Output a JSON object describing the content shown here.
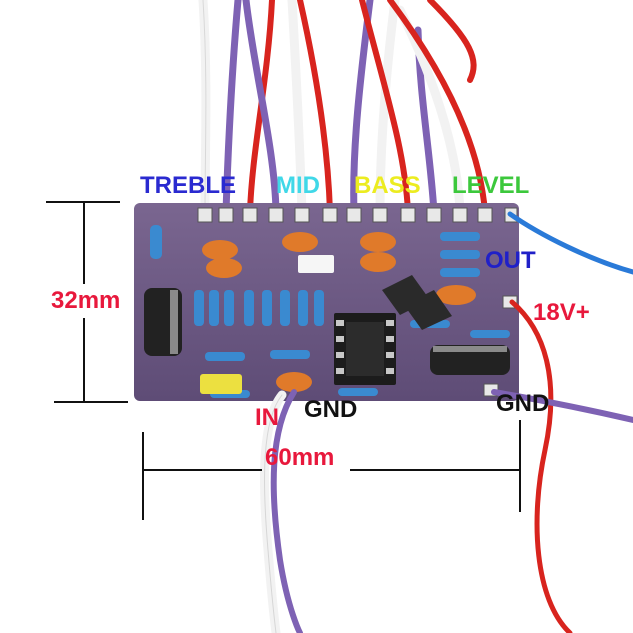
{
  "labels": {
    "treble": "TREBLE",
    "mid": "MID",
    "bass": "BASS",
    "level": "LEVEL",
    "out": "OUT",
    "power": "18V+",
    "height_dim": "32mm",
    "input": "IN",
    "gnd_left": "GND",
    "gnd_right": "GND",
    "width_dim": "60mm"
  },
  "colors": {
    "treble": "#2a2ad0",
    "mid": "#40d8e8",
    "bass": "#ecec20",
    "level": "#3cc83c",
    "out": "#2020c8",
    "power": "#e8183c",
    "height_dim": "#e8183c",
    "input": "#e8183c",
    "gnd": "#111111",
    "width_dim": "#e8183c",
    "pcb": "#6e5a86",
    "wire_red": "#d8241e",
    "wire_purple": "#7e62b4",
    "wire_white": "#f4f4f4",
    "wire_blue": "#2a7ad8"
  }
}
